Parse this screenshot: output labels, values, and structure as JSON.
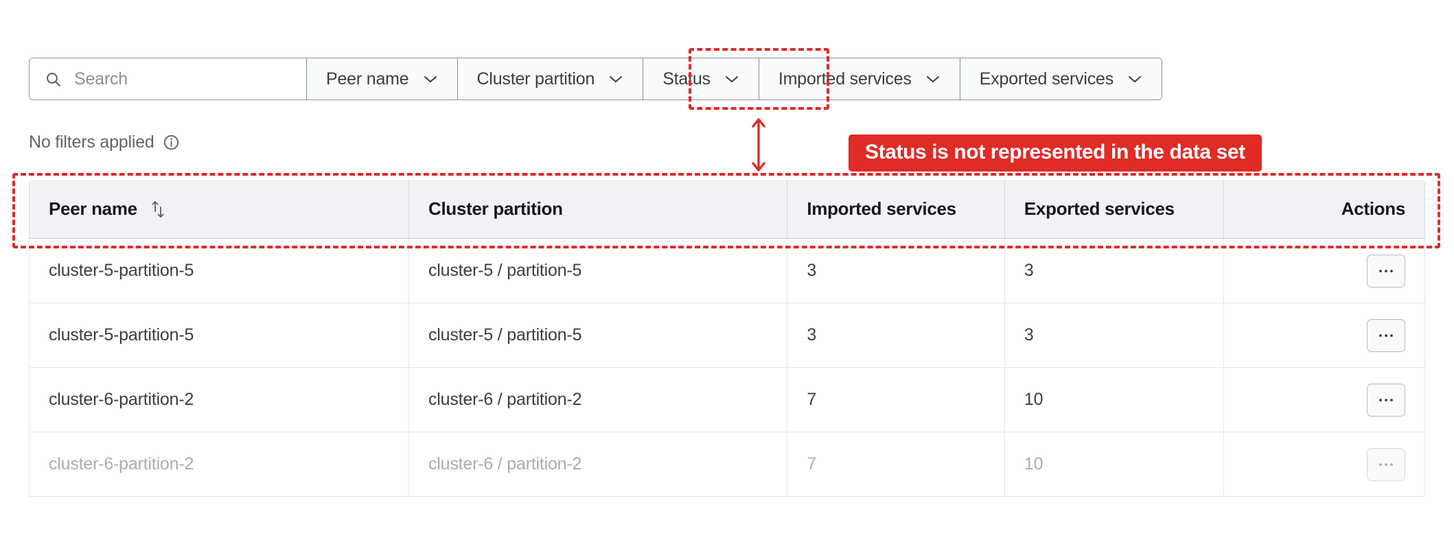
{
  "search": {
    "placeholder": "Search",
    "value": "",
    "icon": "search-icon"
  },
  "filters": [
    {
      "label": "Peer name",
      "icon": "chevron-down-icon"
    },
    {
      "label": "Cluster partition",
      "icon": "chevron-down-icon"
    },
    {
      "label": "Status",
      "icon": "chevron-down-icon"
    },
    {
      "label": "Imported services",
      "icon": "chevron-down-icon"
    },
    {
      "label": "Exported services",
      "icon": "chevron-down-icon"
    }
  ],
  "filters_status": {
    "text": "No filters applied",
    "icon": "info-icon"
  },
  "table": {
    "columns": [
      {
        "label": "Peer name",
        "sortable": true,
        "align": "left",
        "sort_icon": "sort-updown-icon"
      },
      {
        "label": "Cluster partition",
        "sortable": false,
        "align": "left"
      },
      {
        "label": "Imported services",
        "sortable": false,
        "align": "left"
      },
      {
        "label": "Exported services",
        "sortable": false,
        "align": "left"
      },
      {
        "label": "Actions",
        "sortable": false,
        "align": "right"
      }
    ],
    "rows": [
      {
        "peer_name": "cluster-5-partition-5",
        "cluster_partition": "cluster-5 / partition-5",
        "imported_services": "3",
        "exported_services": "3",
        "action_icon": "kebab-menu-icon",
        "dimmed": false
      },
      {
        "peer_name": "cluster-5-partition-5",
        "cluster_partition": "cluster-5 / partition-5",
        "imported_services": "3",
        "exported_services": "3",
        "action_icon": "kebab-menu-icon",
        "dimmed": false
      },
      {
        "peer_name": "cluster-6-partition-2",
        "cluster_partition": "cluster-6 / partition-2",
        "imported_services": "7",
        "exported_services": "10",
        "action_icon": "kebab-menu-icon",
        "dimmed": false
      },
      {
        "peer_name": "cluster-6-partition-2",
        "cluster_partition": "cluster-6 / partition-2",
        "imported_services": "7",
        "exported_services": "10",
        "action_icon": "kebab-menu-icon",
        "dimmed": true
      }
    ]
  },
  "annotation": {
    "banner_text": "Status is not represented in the data set",
    "color": "#e02b27",
    "highlight_status_filter": true,
    "highlight_table_header": true,
    "arrow": "double-headed-vertical-arrow"
  }
}
